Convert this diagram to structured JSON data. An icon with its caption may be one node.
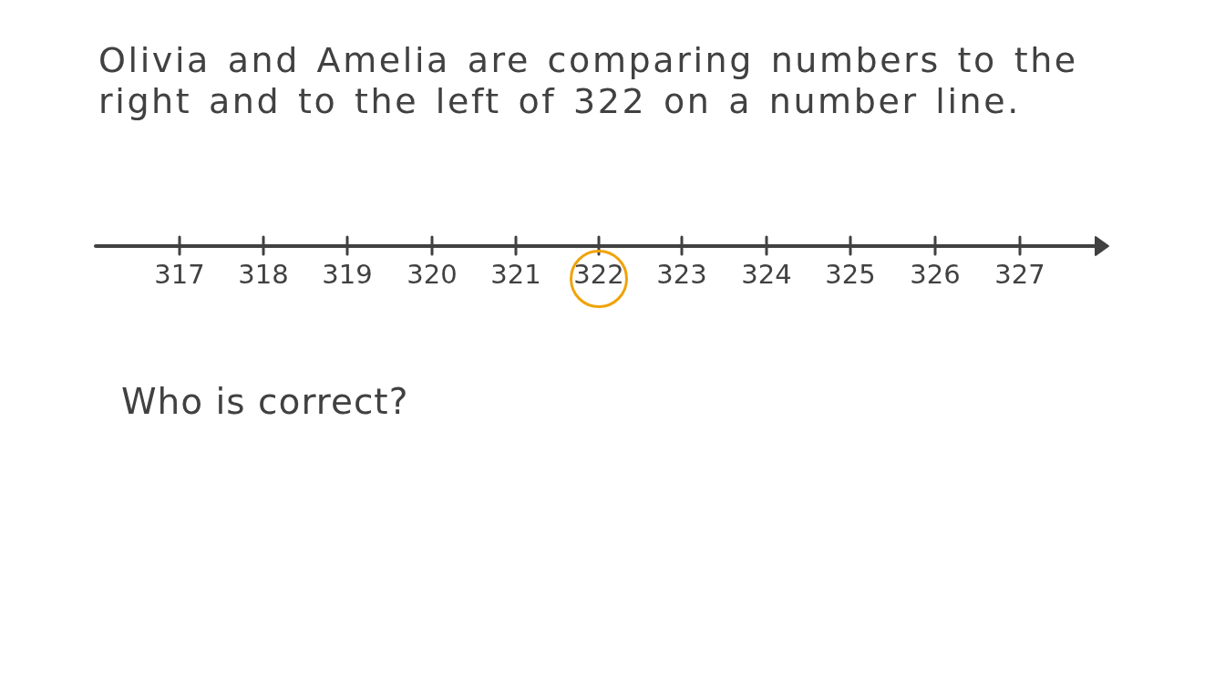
{
  "diagram": {
    "title": "Olivia and Amelia are comparing numbers to the right and to the left of 322 on a number line.",
    "nodes": [
      {
        "text": [
          "322"
        ]
      }
    ],
    "labels": [
      "317",
      "318",
      "319",
      "320",
      "321",
      "323",
      "324",
      "325",
      "326",
      "327",
      "Who is correct?"
    ]
  }
}
